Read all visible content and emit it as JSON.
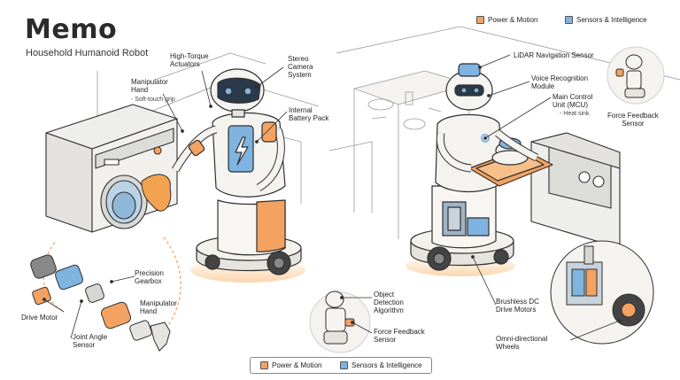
{
  "header": {
    "title": "Memo",
    "subtitle": "Household Humanoid Robot"
  },
  "legend_top": {
    "power": "Power & Motion",
    "sensors": "Sensors & Intelligence"
  },
  "legend_bottom": {
    "power": "Power & Motion",
    "sensors": "Sensors & Intelligence"
  },
  "colors": {
    "power": "#f4a261",
    "sensors": "#7fb3e0",
    "line": "#2f2f2f",
    "body": "#f3f1ec"
  },
  "labels": {
    "actuators": "High-Torque\nActuators",
    "hand_title": "Manipulator\nHand",
    "hand_sub": "- Soft-touch grip",
    "stereo": "Stereo\nCamera\nSystem",
    "battery": "Internal\nBattery Pack",
    "lidar": "LiDAR Navigation Sensor",
    "voice": "Voice Recognition\nModule",
    "mcu": "Main Control\nUnit (MCU)",
    "mcu_sub": "- Heat sink",
    "ffs_right": "Force Feedback\nSensor",
    "gearbox": "Precision\nGearbox",
    "drive_motor": "Drive Motor",
    "manip_hand2": "Manipulator\nHand",
    "joint": "Joint Angle\nSensor",
    "object": "Object\nDetection\nAlgorithm",
    "ffs_center": "Force Feedback\nSensor",
    "brushless": "Brushless DC\nDrive Motors",
    "omni": "Omni-directional\nWheels"
  }
}
